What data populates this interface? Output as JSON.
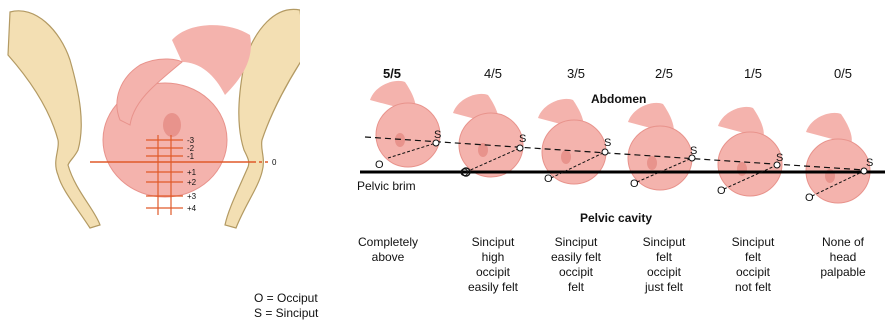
{
  "left_diagram": {
    "station_labels": [
      "-3",
      "-2",
      "-1",
      "+1",
      "+2",
      "+3",
      "+4"
    ],
    "zero_label": "0"
  },
  "legend": {
    "occiput": "O = Occiput",
    "sinciput": "S = Sinciput"
  },
  "abdomen_label": "Abdomen",
  "pelvic_brim_label": "Pelvic brim",
  "pelvic_cavity_label": "Pelvic cavity",
  "marker_o": "O",
  "marker_s": "S",
  "fifths": [
    {
      "fraction": "5/5",
      "description": "Completely\nabove"
    },
    {
      "fraction": "4/5",
      "description": "Sinciput\nhigh\noccipit\neasily felt"
    },
    {
      "fraction": "3/5",
      "description": "Sinciput\neasily felt\noccipit\nfelt"
    },
    {
      "fraction": "2/5",
      "description": "Sinciput\nfelt\noccipit\njust felt"
    },
    {
      "fraction": "1/5",
      "description": "Sinciput\nfelt\noccipit\nnot felt"
    },
    {
      "fraction": "0/5",
      "description": "None of\nhead\npalpable"
    }
  ],
  "colors": {
    "skin": "#f4b3ad",
    "skin_dark": "#e8938c",
    "bone": "#f3dfb3",
    "bone_edge": "#b39a63",
    "station_line": "#e05a2a",
    "brim_line": "#000000"
  }
}
